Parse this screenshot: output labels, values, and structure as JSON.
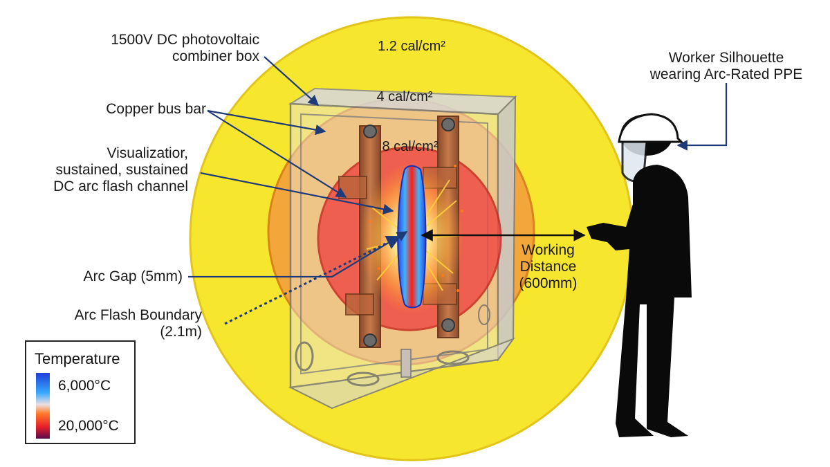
{
  "labels": {
    "combiner_box": [
      "1500V DC photovoltaic",
      "combiner box"
    ],
    "copper_bus_bar": "Copper bus bar",
    "arc_channel": [
      "Visualizatior,",
      "sustained, sustained",
      "DC arc flash channel"
    ],
    "arc_gap": "Arc Gap (5mm)",
    "arc_flash_boundary": [
      "Arc Flash Boundary",
      "(2.1m)"
    ],
    "worker": [
      "Worker Silhouette",
      "wearing Arc-Rated PPE"
    ],
    "working_distance": [
      "Working",
      "Distance",
      "(600mm)"
    ]
  },
  "zones": [
    {
      "label": "1.2 cal/cm²",
      "color": "#f7e62e"
    },
    {
      "label": "4 cal/cm²",
      "color": "#f3a13a"
    },
    {
      "label": "8 cal/cm²",
      "color": "#ee4a43"
    }
  ],
  "legend": {
    "title": "Temperature",
    "min": "6,000°C",
    "max": "20,000°C"
  },
  "colors": {
    "arrow": "#1f3a78",
    "copper": "#b8693e",
    "arc_core": "#ff2a1a",
    "arc_edge": "#2f5cff",
    "silhouette": "#0a0a0a"
  }
}
